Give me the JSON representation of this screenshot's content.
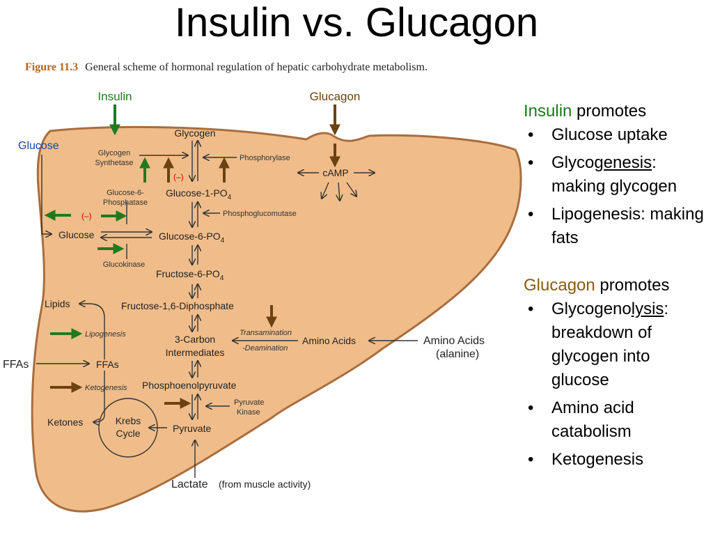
{
  "title": "Insulin vs. Glucagon",
  "figure": {
    "label": "Figure 11.3",
    "caption": "General scheme of hormonal regulation of hepatic carbohydrate metabolism."
  },
  "diagram": {
    "hormones": {
      "insulin": "Insulin",
      "glucagon": "Glucagon"
    },
    "outside": {
      "glucose": "Glucose",
      "ffas": "FFAs",
      "amino_acids": "Amino Acids",
      "alanine": "(alanine)",
      "lactate": "Lactate",
      "lactate_note": "(from muscle activity)"
    },
    "metabolites": {
      "glycogen": "Glycogen",
      "g1p": "Glucose-1-PO",
      "g6p": "Glucose-6-PO",
      "glucose": "Glucose",
      "f6p": "Fructose-6-PO",
      "f16bp": "Fructose-1,6-Diphosphate",
      "carbon3_a": "3-Carbon",
      "carbon3_b": "Intermediates",
      "pep": "Phosphoenolpyruvate",
      "pyruvate": "Pyruvate",
      "lipids": "Lipids",
      "ffas": "FFAs",
      "ketones": "Ketones",
      "krebs_a": "Krebs",
      "krebs_b": "Cycle",
      "amino_acids": "Amino Acids",
      "camp": "cAMP",
      "sub4": "4"
    },
    "enzymes": {
      "glycogen_synthetase_a": "Glycogen",
      "glycogen_synthetase_b": "Synthetase",
      "phosphorylase": "Phosphorylase",
      "g6pase_a": "Glucose-6-",
      "g6pase_b": "Phosphatase",
      "phosphoglucomutase": "Phosphoglucomutase",
      "glucokinase": "Glucokinase",
      "lipogenesis": "Lipogenesis",
      "ketogenesis": "Ketogenesis",
      "transamination": "Transamination",
      "deamination": "-Deamination",
      "pyruvate_kinase_a": "Pyruvate",
      "pyruvate_kinase_b": "Kinase"
    },
    "inhibition": "(–)",
    "colors": {
      "liver": "#f0bd8a",
      "liver_edge": "#a86d3e",
      "insulin_arrow": "#1f7a1f",
      "glucagon_arrow": "#6b4310",
      "glucose_text": "#1a3fa8",
      "inhibition": "#cc0000"
    }
  },
  "insulin_panel": {
    "hormone": "Insulin",
    "verb": " promotes",
    "items": [
      {
        "pre": "Glucose uptake",
        "under": "",
        "post": ""
      },
      {
        "pre": "Glyco",
        "under": "genesis",
        "post": ": making glycogen"
      },
      {
        "pre": "Lipogenesis: making fats",
        "under": "",
        "post": ""
      }
    ]
  },
  "glucagon_panel": {
    "hormone": "Glucagon",
    "verb": " promotes",
    "items": [
      {
        "pre": "Glycogeno",
        "under": "lysis",
        "post": ": breakdown of glycogen into glucose"
      },
      {
        "pre": "Amino acid catabolism",
        "under": "",
        "post": ""
      },
      {
        "pre": "Ketogenesis",
        "under": "",
        "post": ""
      }
    ]
  }
}
